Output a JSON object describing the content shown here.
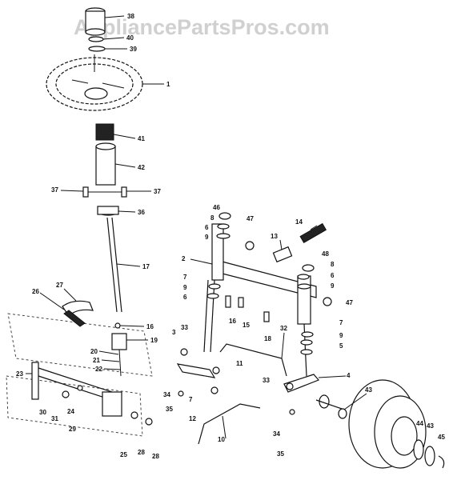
{
  "watermark": "AppliancePartsPros.com",
  "callouts": [
    "1",
    "2",
    "3",
    "4",
    "5",
    "6",
    "7",
    "8",
    "9",
    "10",
    "11",
    "12",
    "13",
    "14",
    "15",
    "16",
    "17",
    "18",
    "19",
    "20",
    "21",
    "22",
    "23",
    "24",
    "25",
    "26",
    "27",
    "28",
    "29",
    "30",
    "31",
    "32",
    "33",
    "34",
    "35",
    "36",
    "37",
    "38",
    "39",
    "40",
    "41",
    "42",
    "43",
    "44",
    "45",
    "46",
    "47",
    "48"
  ],
  "diagram": {
    "subject": "steering assembly exploded view",
    "parts": [
      "steering-wheel",
      "cap",
      "steering-shaft",
      "bushing",
      "gear",
      "support-bracket",
      "sector-gear",
      "drag-link",
      "axle",
      "spindle",
      "wheel",
      "tire",
      "bolt",
      "pin"
    ]
  }
}
